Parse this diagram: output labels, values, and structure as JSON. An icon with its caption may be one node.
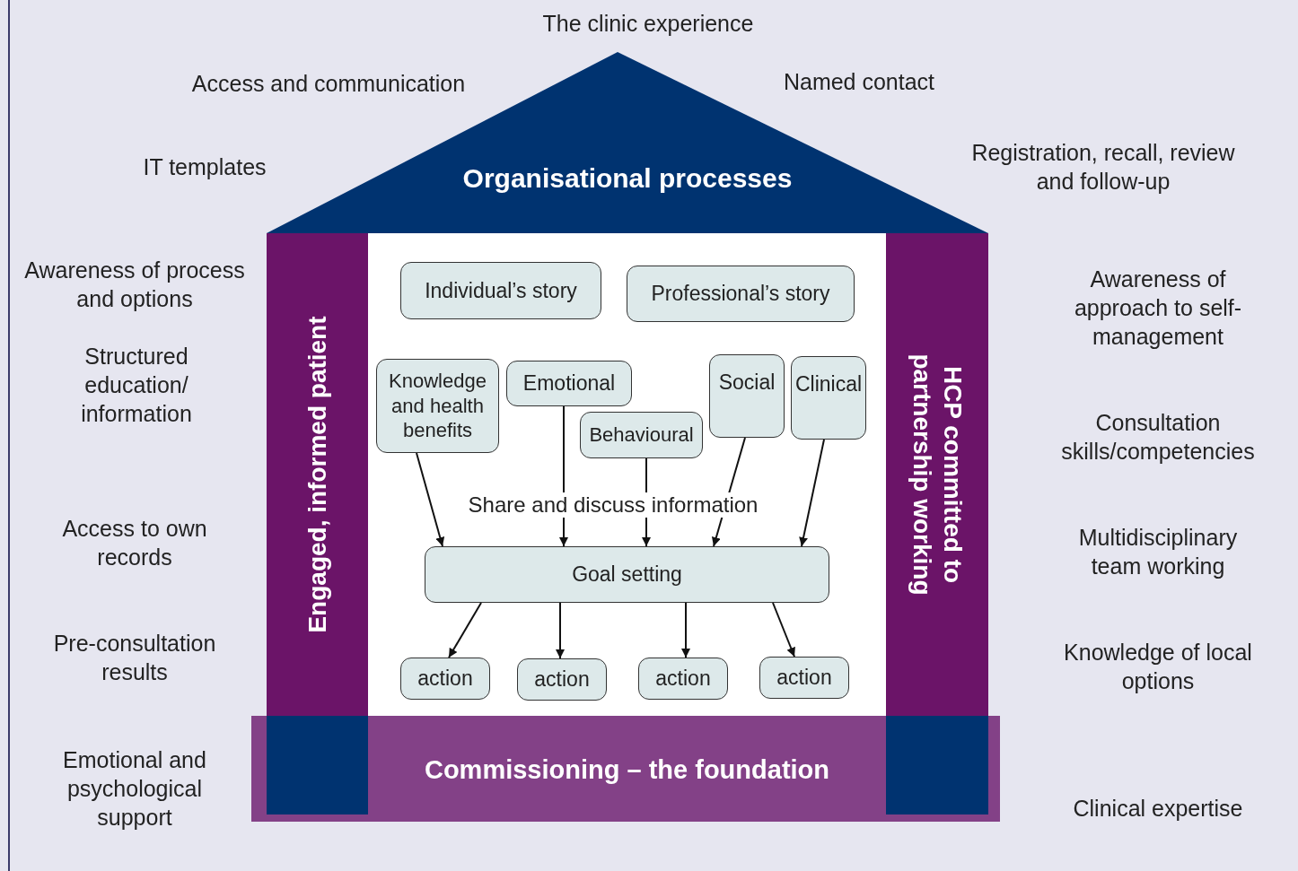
{
  "diagram": {
    "nodes": [
      {
        "text": [
          "Organisational processes"
        ]
      },
      {
        "text": [
          "Engaged, informed patient"
        ]
      },
      {
        "text": [
          "HCP committed to partnership working"
        ]
      },
      {
        "text": [
          "Commissioning – the foundation"
        ]
      },
      {
        "text": [
          "Individual’s story"
        ]
      },
      {
        "text": [
          "Professional’s story"
        ]
      },
      {
        "text": [
          "Knowledge and health benefits"
        ]
      },
      {
        "text": [
          "Emotional"
        ]
      },
      {
        "text": [
          "Behavioural"
        ]
      },
      {
        "text": [
          "Social"
        ]
      },
      {
        "text": [
          "Clinical"
        ]
      },
      {
        "text": [
          "Goal setting"
        ]
      },
      {
        "text": [
          "action"
        ]
      },
      {
        "text": [
          "action"
        ]
      },
      {
        "text": [
          "action"
        ]
      },
      {
        "text": [
          "action"
        ]
      },
      {
        "text": [],
        "shape": "box",
        "in": 3
      },
      {
        "text": [],
        "shape": "box",
        "in": 3
      }
    ],
    "edges": [
      {
        "from": 6,
        "to": 11,
        "arrow": "to"
      },
      {
        "from": 7,
        "to": 11,
        "arrow": "to"
      },
      {
        "from": 8,
        "to": 11,
        "arrow": "to"
      },
      {
        "from": 9,
        "to": 11,
        "arrow": "to"
      },
      {
        "from": 10,
        "to": 11,
        "arrow": "to"
      },
      {
        "from": 11,
        "to": 12,
        "arrow": "to"
      },
      {
        "from": 11,
        "to": 13,
        "arrow": "to"
      },
      {
        "from": 11,
        "to": 14,
        "arrow": "to"
      },
      {
        "from": 11,
        "to": 15,
        "arrow": "to"
      }
    ],
    "labels": [
      "The clinic experience",
      "Access and communication",
      "Named contact",
      "IT templates",
      "Registration, recall, review and follow-up",
      "Awareness of process and options",
      "Awareness of approach to self-management",
      "Structured education/ information",
      "Consultation skills/competencies",
      "Share and discuss information",
      "Access to own records",
      "Multidisciplinary team working",
      "Pre-consultation results",
      "Knowledge of local options",
      "Emotional and psychological support",
      "Clinical expertise"
    ]
  }
}
